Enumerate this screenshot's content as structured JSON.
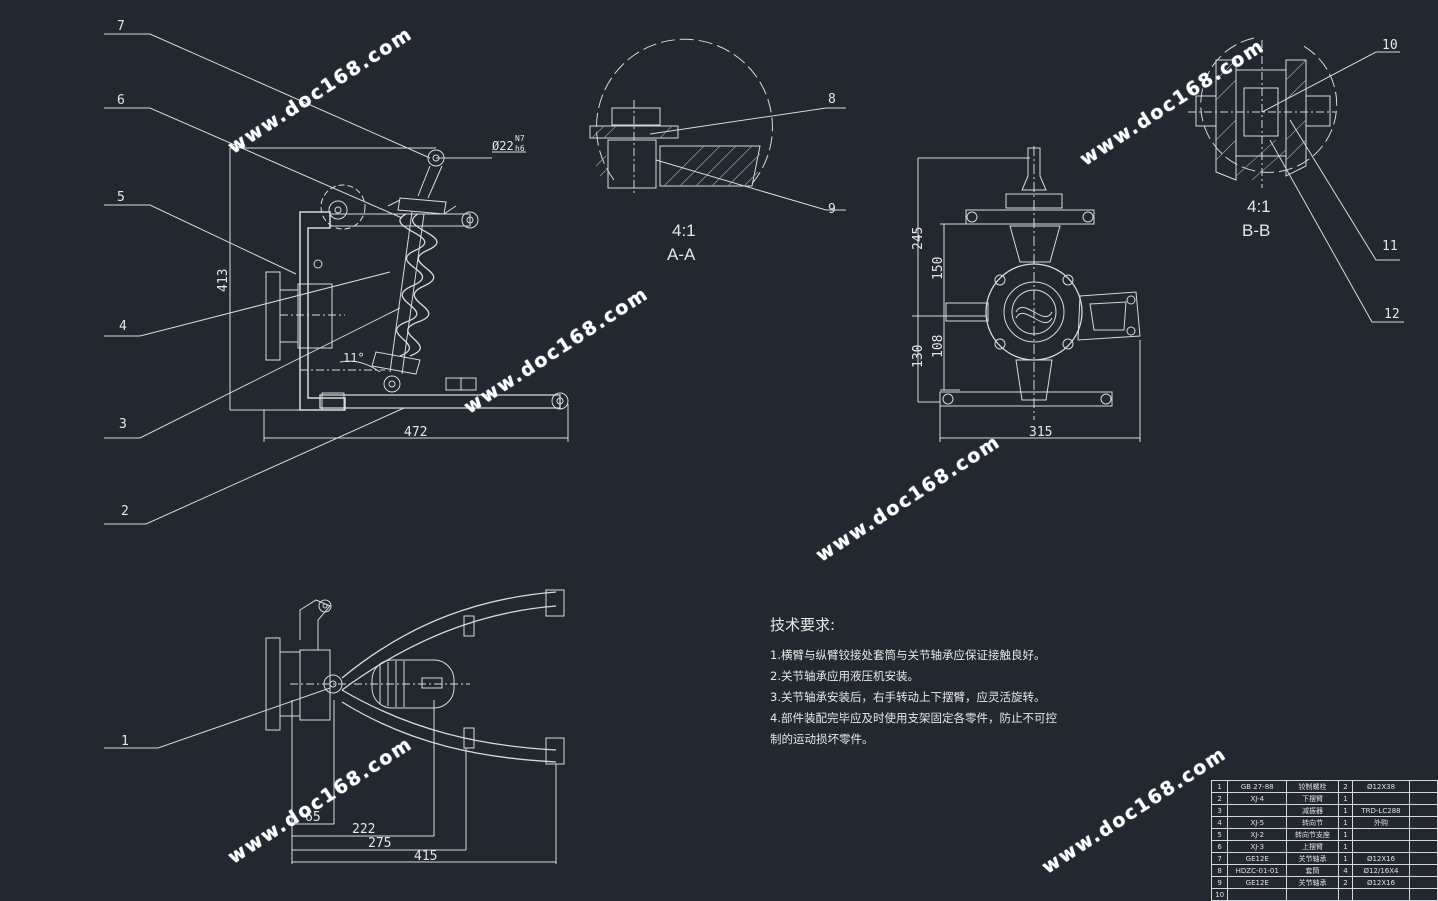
{
  "balloons": [
    "7",
    "6",
    "5",
    "4",
    "3",
    "2",
    "1",
    "8",
    "9",
    "10",
    "11",
    "12"
  ],
  "dimensions": {
    "fit": "Ø22",
    "fit_upper": "N7",
    "fit_lower": "h6",
    "d413": "413",
    "d472": "472",
    "angle": "11°",
    "d245": "245",
    "d150": "150",
    "d130": "130",
    "d108": "108",
    "d315": "315",
    "d65": "65",
    "d222": "222",
    "d275": "275",
    "d415": "415"
  },
  "sections": {
    "aa_scale": "4:1",
    "aa_name": "A-A",
    "bb_scale": "4:1",
    "bb_name": "B-B"
  },
  "tech_requirements": {
    "title": "技术要求:",
    "lines": [
      "1.横臂与纵臂铰接处套筒与关节轴承应保证接触良好。",
      "2.关节轴承应用液压机安装。",
      "3.关节轴承安装后，右手转动上下摆臂，应灵活旋转。",
      "4.部件装配完毕应及时使用支架固定各零件，防止不可控",
      "制的运动损坏零件。"
    ]
  },
  "watermark": "www.doc168.com",
  "bom_rows": [
    [
      "1",
      "GB 27-88",
      "铰制螺栓",
      "2",
      "Ø12X38"
    ],
    [
      "2",
      "XJ-4",
      "下摆臂",
      "1",
      ""
    ],
    [
      "3",
      "",
      "减振器",
      "1",
      "TRD-LC288"
    ],
    [
      "4",
      "XJ-5",
      "转向节",
      "1",
      "外购"
    ],
    [
      "5",
      "XJ-2",
      "转向节支座",
      "1",
      ""
    ],
    [
      "6",
      "XJ-3",
      "上摆臂",
      "1",
      ""
    ],
    [
      "7",
      "GE12E",
      "关节轴承",
      "1",
      "Ø12X16"
    ],
    [
      "8",
      "HDZC-01-01",
      "套筒",
      "4",
      "Ø12/16X4"
    ],
    [
      "9",
      "GE12E",
      "关节轴承",
      "2",
      "Ø12X16"
    ],
    [
      "10",
      "",
      "",
      "",
      ""
    ]
  ]
}
